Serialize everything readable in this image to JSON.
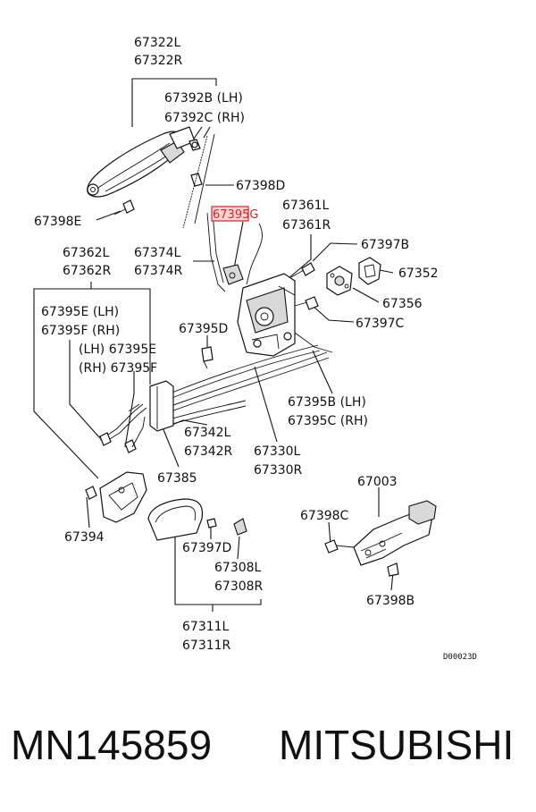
{
  "labels": {
    "l67322L": "67322L",
    "l67322R": "67322R",
    "l67392B": "67392B (LH)",
    "l67392C": "67392C (RH)",
    "l67398D": "67398D",
    "l67398E": "67398E",
    "l67395G": "67395G",
    "l67361L": "67361L",
    "l67361R": "67361R",
    "l67397B": "67397B",
    "l67352": "67352",
    "l67356": "67356",
    "l67397C": "67397C",
    "l67374L": "67374L",
    "l67374R": "67374R",
    "l67362L": "67362L",
    "l67362R": "67362R",
    "l67395E_top": "67395E (LH)",
    "l67395F_top": "67395F (RH)",
    "l67395E_mid": "(LH) 67395E",
    "l67395F_mid": "(RH) 67395F",
    "l67395D": "67395D",
    "l67395B": "67395B (LH)",
    "l67395C": "67395C (RH)",
    "l67342L": "67342L",
    "l67342R": "67342R",
    "l67330L": "67330L",
    "l67330R": "67330R",
    "l67385": "67385",
    "l67003": "67003",
    "l67398C": "67398C",
    "l67394": "67394",
    "l67397D": "67397D",
    "l67308L": "67308L",
    "l67308R": "67308R",
    "l67398B": "67398B",
    "l67311L": "67311L",
    "l67311R": "67311R"
  },
  "diagram_code": "D00023D",
  "highlight_color": "#e02020",
  "footer": {
    "part_number": "MN145859",
    "brand": "MITSUBISHI"
  }
}
